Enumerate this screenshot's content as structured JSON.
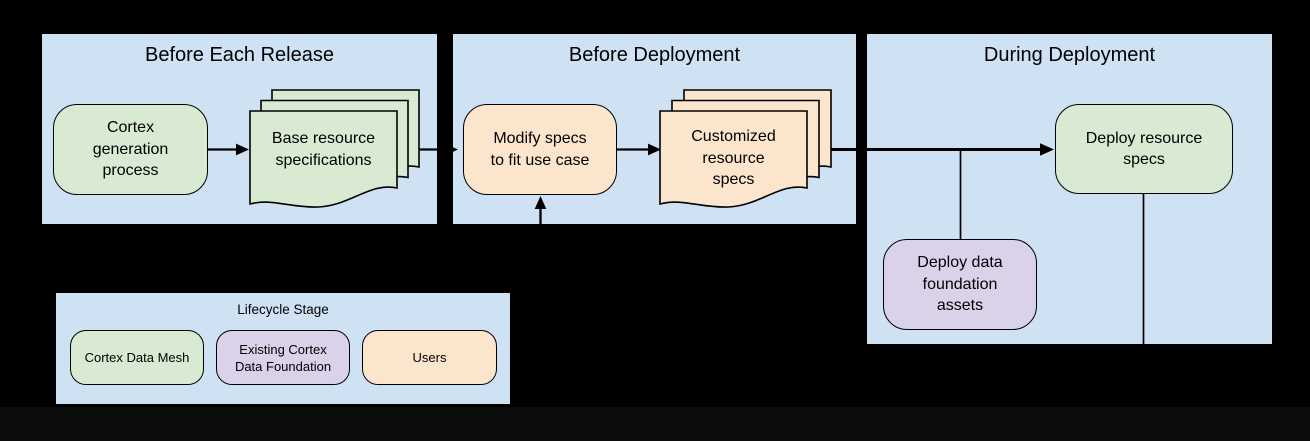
{
  "diagram": {
    "panels": [
      {
        "title": "Before Each Release"
      },
      {
        "title": "Before Deployment"
      },
      {
        "title": "During Deployment"
      }
    ],
    "nodes": {
      "cortex_generation_process": "Cortex\ngeneration\nprocess",
      "base_resource_specifications": "Base resource\nspecifications",
      "modify_specs_to_fit_use_case": "Modify specs\nto fit use case",
      "customized_resource_specs": "Customized\nresource\nspecs",
      "deploy_resource_specs": "Deploy resource\nspecs",
      "deploy_data_foundation_assets": "Deploy data\nfoundation\nassets"
    },
    "legend": {
      "title": "Lifecycle Stage",
      "items": [
        {
          "label": "Cortex Data Mesh",
          "color": "#d9ead3"
        },
        {
          "label": "Existing Cortex\nData Foundation",
          "color": "#d9d2e9"
        },
        {
          "label": "Users",
          "color": "#fce5cd"
        }
      ]
    },
    "colors": {
      "panel_background": "#cfe2f3",
      "cortex_data_mesh_green": "#d9ead3",
      "existing_cortex_data_foundation_purple": "#d9d2e9",
      "users_orange": "#fce5cd",
      "stroke": "#000000",
      "page_background": "#000000"
    }
  }
}
